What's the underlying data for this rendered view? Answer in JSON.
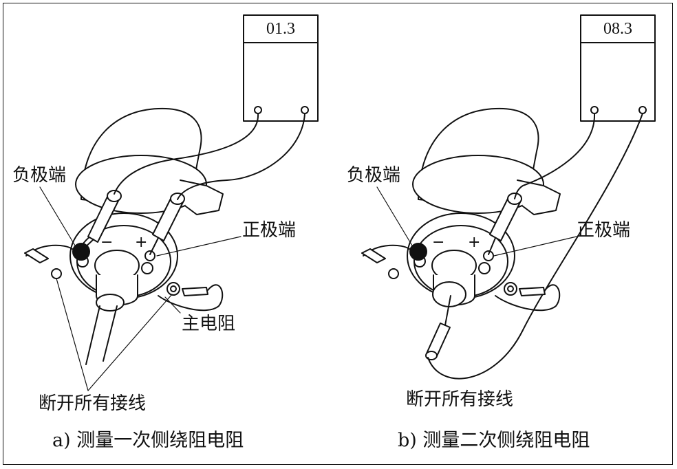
{
  "panel_a": {
    "meter_reading": "01.3",
    "label_negative": "负极端",
    "label_positive": "正极端",
    "label_main_resistor": "主电阻",
    "label_disconnect": "断开所有接线",
    "sign_minus": "−",
    "sign_plus": "+",
    "caption": "a) 测量一次侧绕阻电阻"
  },
  "panel_b": {
    "meter_reading": "08.3",
    "label_negative": "负极端",
    "label_positive": "正极端",
    "label_disconnect": "断开所有接线",
    "sign_minus": "−",
    "sign_plus": "+",
    "caption": "b) 测量二次侧绕阻电阻"
  }
}
